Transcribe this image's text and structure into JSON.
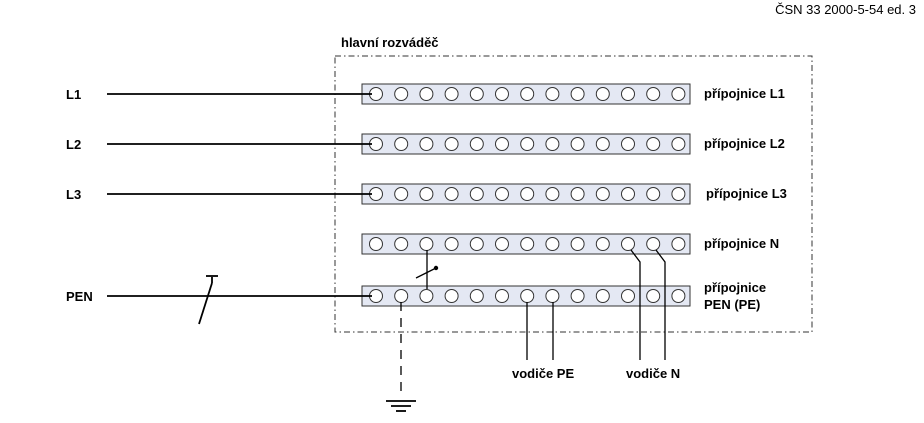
{
  "header": {
    "standard": "ČSN 33 2000-5-54 ed. 3"
  },
  "switchboard": {
    "title": "hlavní rozváděč"
  },
  "phases": [
    {
      "label": "L1",
      "busbar": "přípojnice L1"
    },
    {
      "label": "L2",
      "busbar": "přípojnice L2"
    },
    {
      "label": "L3",
      "busbar": "přípojnice L3"
    }
  ],
  "neutral": {
    "busbar": "přípojnice N"
  },
  "pen": {
    "label": "PEN",
    "busbar_line1": "přípojnice",
    "busbar_line2": "PEN (PE)"
  },
  "conductors": {
    "pe": "vodiče PE",
    "n": "vodiče N"
  },
  "icons": [
    "earth-ground-icon",
    "disconnect-link-icon",
    "terminal-hole-icon"
  ]
}
